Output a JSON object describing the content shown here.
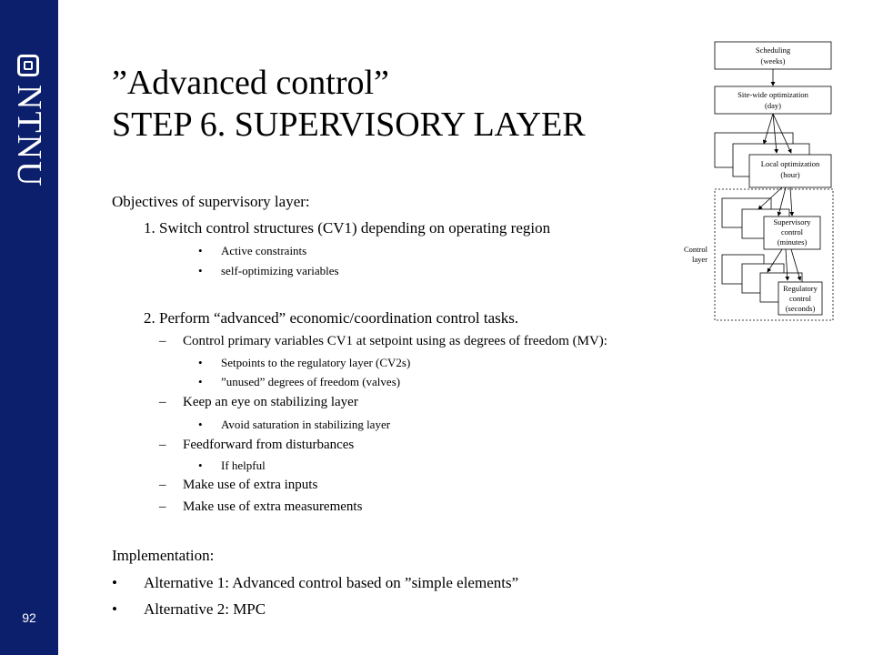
{
  "sidebar": {
    "logo_text": "NTNU",
    "slide_number": "92"
  },
  "title": {
    "line1": "”Advanced control”",
    "line2": "STEP 6. SUPERVISORY LAYER"
  },
  "body": {
    "objectives_heading": "Objectives of supervisory layer:",
    "item1": "1. Switch control structures (CV1) depending on operating region",
    "item1_bullets": [
      "Active constraints",
      "self-optimizing variables"
    ],
    "item2": "2. Perform “advanced” economic/coordination control tasks.",
    "dash1": "Control primary variables CV1 at setpoint using as degrees of freedom (MV):",
    "dash1_bullets": [
      "Setpoints to the regulatory layer (CV2s)",
      "”unused” degrees of freedom (valves)"
    ],
    "dash2": "Keep an eye on stabilizing layer",
    "dash2_bullets": [
      "Avoid saturation in stabilizing layer"
    ],
    "dash3": "Feedforward from disturbances",
    "dash3_bullets": [
      "If helpful"
    ],
    "dash4": "Make use of extra inputs",
    "dash5": "Make use of extra measurements",
    "implementation_heading": "Implementation:",
    "alt1": "Alternative 1: Advanced control based on ”simple elements”",
    "alt2": "Alternative 2: MPC",
    "dash_glyph": "–",
    "bullet_glyph": "•"
  },
  "diagram": {
    "scheduling": [
      "Scheduling",
      "(weeks)"
    ],
    "sitewide": [
      "Site-wide optimization",
      "(day)"
    ],
    "local": [
      "Local optimization",
      "(hour)"
    ],
    "supervisory": [
      "Supervisory",
      "control",
      "(minutes)"
    ],
    "regulatory": [
      "Regulatory",
      "control",
      "(seconds)"
    ],
    "control_layer": [
      "Control",
      "layer"
    ]
  }
}
